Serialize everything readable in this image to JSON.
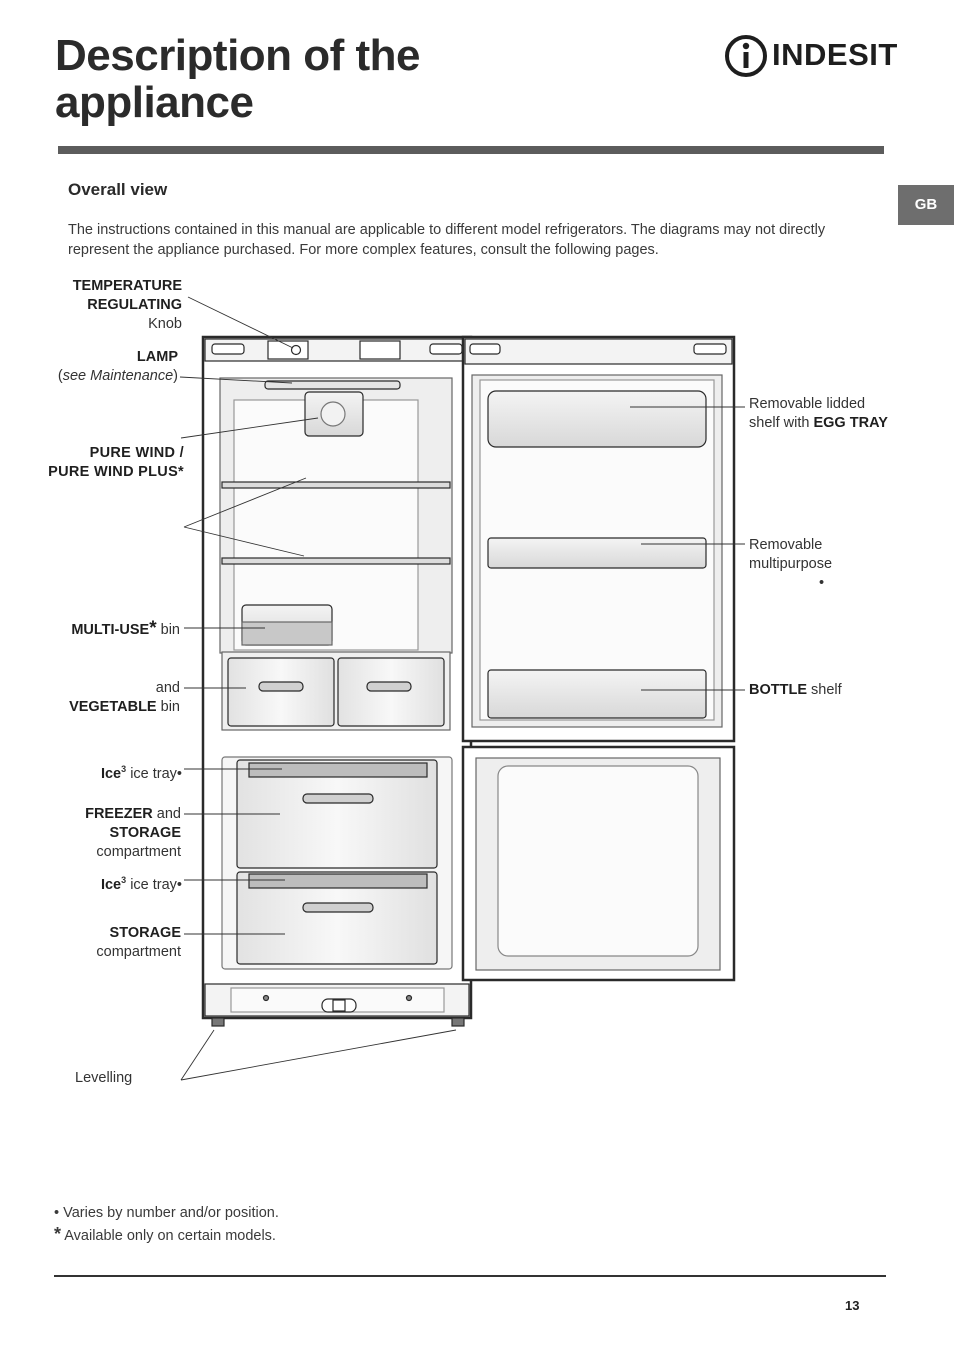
{
  "header": {
    "title_line1": "Description of the",
    "title_line2": "appliance",
    "brand": "INDESIT",
    "language_tab": "GB"
  },
  "section": {
    "title": "Overall view",
    "intro": "The instructions contained in this manual are applicable to different model refrigerators. The diagrams may not directly represent the appliance purchased. For more complex features, consult the following pages."
  },
  "labels": {
    "temperature_regulating_1": "TEMPERATURE",
    "temperature_regulating_2": "REGULATING",
    "knob": "Knob",
    "lamp": "LAMP",
    "see_maintenance": "see Maintenance",
    "pure_wind_1": "PURE WIND /",
    "pure_wind_2": "PURE WIND PLUS*",
    "multi_use": "MULTI-USE",
    "multi_use_star": "*",
    "bin": "bin",
    "and": "and",
    "vegetable": "VEGETABLE",
    "ice_tray_ice": "Ice",
    "ice_tray_sup": "3",
    "ice_tray_text": "ice tray•",
    "freezer": "FREEZER",
    "storage": "STORAGE",
    "compartment": "compartment",
    "levelling": "Levelling",
    "egg_tray_1": "Removable lidded",
    "egg_tray_2": "shelf with",
    "egg_tray_bold": "EGG TRAY",
    "multipurpose_1": "Removable",
    "multipurpose_2": "multipurpose",
    "bullet": "•",
    "bottle": "BOTTLE",
    "shelf": "shelf"
  },
  "footnotes": {
    "bullet_note": "Varies by number and/or position.",
    "star_note": "Available only on certain models."
  },
  "page": {
    "number": "13"
  },
  "colors": {
    "rule": "#5c5c5c",
    "tab": "#6e6e6e",
    "text": "#2a2a2a"
  }
}
